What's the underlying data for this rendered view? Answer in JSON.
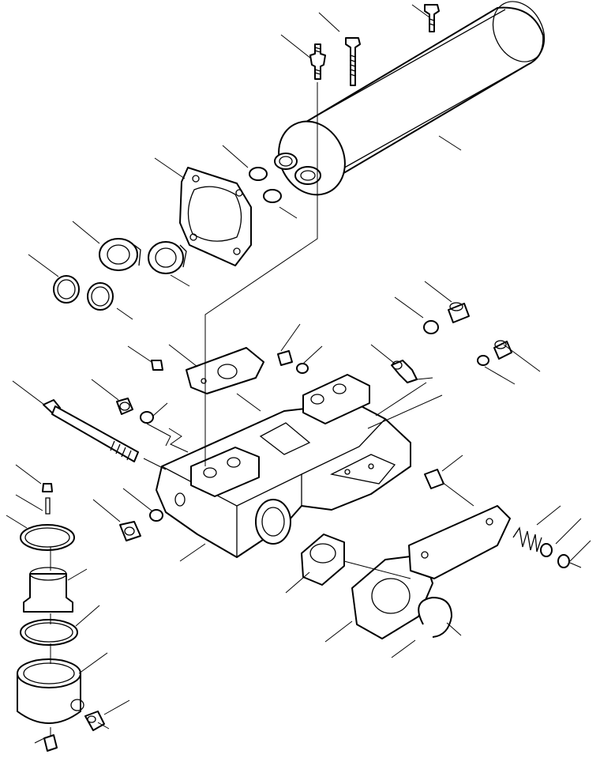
{
  "diagram": {
    "colors": {
      "line": "#000000",
      "background": "#ffffff"
    },
    "parts": [
      "cooler",
      "cooler-bolt",
      "cooler-stud",
      "cooler-screw",
      "cooler-o-ring-upper",
      "cooler-o-ring-lower",
      "cooler-flange-gasket",
      "flange-fitting-left",
      "flange-fitting-right",
      "seal-ring-left",
      "seal-ring-right",
      "spacer-gasket",
      "small-plug",
      "long-bolt",
      "plug-upper-left",
      "o-ring-upper-left",
      "valve-housing",
      "upper-spacer-block",
      "plug-o-ring-pair",
      "elbow-fitting",
      "plug-right-upper",
      "o-ring-right-upper",
      "plug-right",
      "o-ring-right",
      "drain-plug",
      "drain-plug-o-ring",
      "orifice-plug",
      "pin",
      "large-o-ring",
      "thermostat-sleeve",
      "sleeve-o-ring",
      "thermostat-cup",
      "elbow-nipple",
      "bleed-plug",
      "valve-spool",
      "housing-gasket",
      "cover-gasket",
      "snap-ring",
      "valve-spring",
      "spring-washer",
      "retaining-washer"
    ]
  }
}
